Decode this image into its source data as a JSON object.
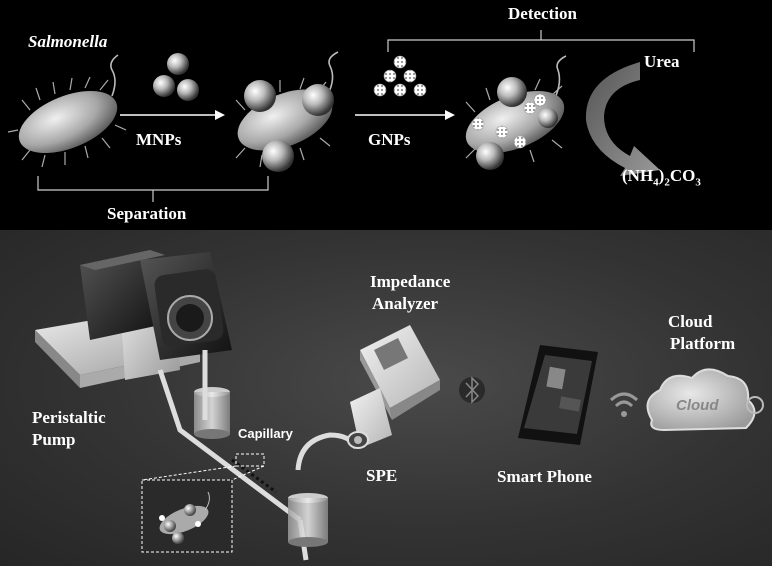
{
  "top": {
    "salmonella": "Salmonella",
    "mnps": "MNPs",
    "gnps": "GNPs",
    "detection": "Detection",
    "separation": "Separation",
    "urea": "Urea",
    "product": "(NH4)2CO3"
  },
  "bottom": {
    "pump_line1": "Peristaltic",
    "pump_line2": "Pump",
    "capillary": "Capillary",
    "analyzer_line1": "Impedance",
    "analyzer_line2": "Analyzer",
    "spe": "SPE",
    "phone": "Smart Phone",
    "cloud_line1": "Cloud",
    "cloud_line2": "Platform",
    "cloud_icon_text": "Cloud"
  },
  "colors": {
    "top_bg": "#000000",
    "bottom_bg": "#333333"
  }
}
